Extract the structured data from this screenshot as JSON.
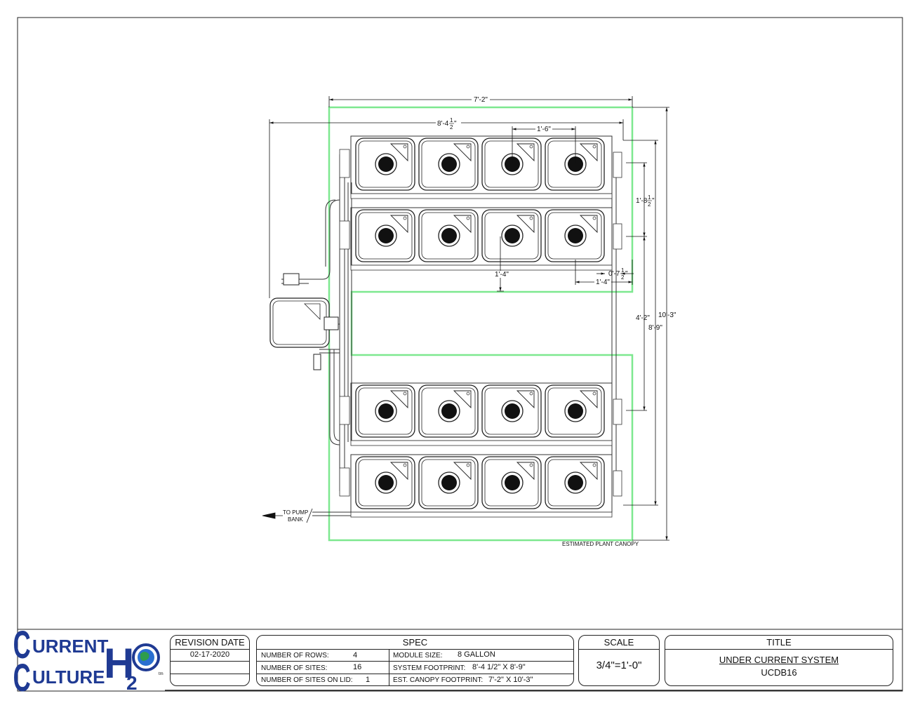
{
  "dimensions": {
    "overall_width": "7'-2\"",
    "system_width": "8'-4",
    "system_width_frac": "1/2",
    "module_spacing": "1'-6\"",
    "row_spacing": "1'-8",
    "row_spacing_frac": "1/2",
    "offset_small": "0'-7",
    "offset_small_frac": "1/2",
    "module_depth": "1'-4\"",
    "module_width": "1'-4\"",
    "row_group_gap": "4'-2\"",
    "system_length": "8'-9\"",
    "canopy_length": "10'-3\""
  },
  "labels": {
    "to_pump_bank_line1": "TO PUMP",
    "to_pump_bank_line2": "BANK",
    "canopy_note": "ESTIMATED PLANT CANOPY"
  },
  "colors": {
    "canopy": "#7de88f",
    "line": "#222222",
    "logo_blue": "#1f3a93",
    "logo_green": "#2e9d4c"
  },
  "logo": {
    "line1": "URRENT",
    "line2": "ULTURE",
    "h": "H",
    "two": "2",
    "tm": "tm"
  },
  "revision": {
    "header": "REVISION DATE",
    "date": "02-17-2020"
  },
  "spec": {
    "header": "SPEC",
    "rows_label": "NUMBER OF ROWS:",
    "rows_value": "4",
    "sites_label": "NUMBER OF SITES:",
    "sites_value": "16",
    "lid_label": "NUMBER OF SITES ON LID:",
    "lid_value": "1",
    "module_label": "MODULE SIZE:",
    "module_value": "8 GALLON",
    "footprint_label": "SYSTEM FOOTPRINT:",
    "footprint_value": "8'-4 1/2\" X 8'-9\"",
    "canopy_label": "EST. CANOPY FOOTPRINT:",
    "canopy_value": "7'-2\" X 10'-3\""
  },
  "scale": {
    "header": "SCALE",
    "value": "3/4\"=1'-0\""
  },
  "title": {
    "header": "TITLE",
    "name": "UNDER CURRENT SYSTEM",
    "code": "UCDB16"
  },
  "modules": {
    "rows": 4,
    "per_row": 4
  }
}
